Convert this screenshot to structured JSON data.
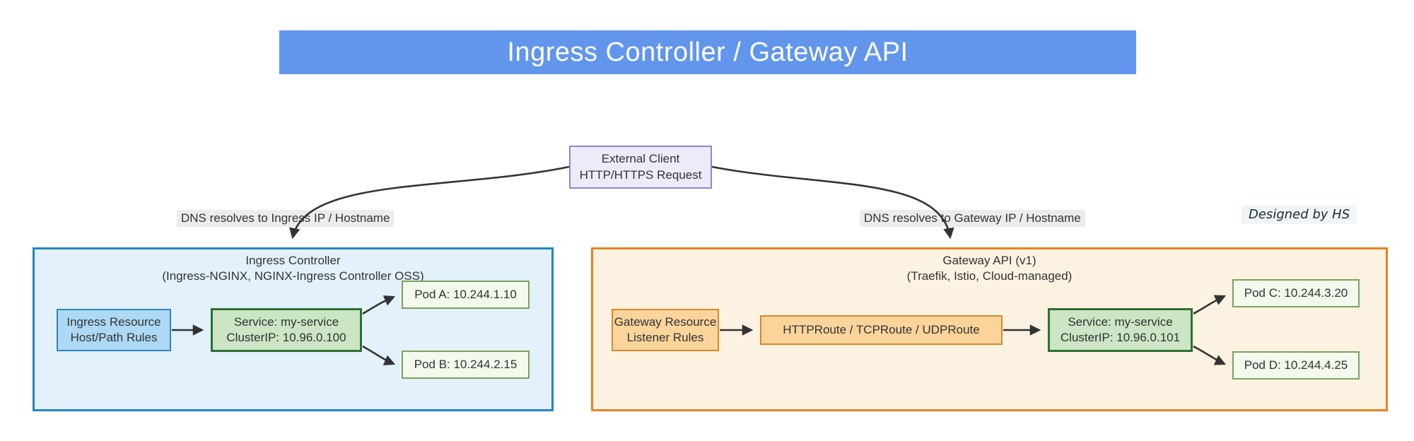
{
  "title": "Ingress Controller / Gateway API",
  "external_client": {
    "line1": "External Client",
    "line2": "HTTP/HTTPS Request"
  },
  "dns_labels": {
    "left": "DNS resolves to Ingress IP / Hostname",
    "right": "DNS resolves to Gateway IP / Hostname"
  },
  "credit": "Designed by HS",
  "ingress_panel": {
    "title_line1": "Ingress Controller",
    "title_line2": "(Ingress-NGINX, NGINX-Ingress Controller OSS)",
    "resource": {
      "line1": "Ingress Resource",
      "line2": "Host/Path Rules"
    },
    "service": {
      "line1": "Service: my-service",
      "line2": "ClusterIP: 10.96.0.100"
    },
    "pods": [
      {
        "label": "Pod A: 10.244.1.10"
      },
      {
        "label": "Pod B: 10.244.2.15"
      }
    ]
  },
  "gateway_panel": {
    "title_line1": "Gateway API (v1)",
    "title_line2": "(Traefik, Istio, Cloud-managed)",
    "resource": {
      "line1": "Gateway Resource",
      "line2": "Listener Rules"
    },
    "routes": "HTTPRoute / TCPRoute / UDPRoute",
    "service": {
      "line1": "Service: my-service",
      "line2": "ClusterIP: 10.96.0.101"
    },
    "pods": [
      {
        "label": "Pod C: 10.244.3.20"
      },
      {
        "label": "Pod D: 10.244.4.25"
      }
    ]
  },
  "colors": {
    "banner": "#6296EC",
    "banner_text": "#FFFFFF",
    "client_fill": "#ECEBFA",
    "client_border": "#9683D2",
    "label_bg": "#ECECEC",
    "credit_bg": "#F0F5FA",
    "ingress_panel_fill": "#E2F1FB",
    "ingress_panel_border": "#2286C3",
    "gateway_panel_fill": "#FCF2E2",
    "gateway_panel_border": "#E8821E",
    "blue_node_fill": "#AED9F4",
    "blue_node_border": "#2E86C1",
    "green_node_fill": "#CBE5C5",
    "green_node_border": "#2E7031",
    "orange_node_fill": "#FAD49B",
    "orange_node_border": "#D8882B",
    "pod_fill": "#F3F9EC",
    "pod_border": "#7FA05C",
    "text": "#333333",
    "arrow": "#333333"
  }
}
